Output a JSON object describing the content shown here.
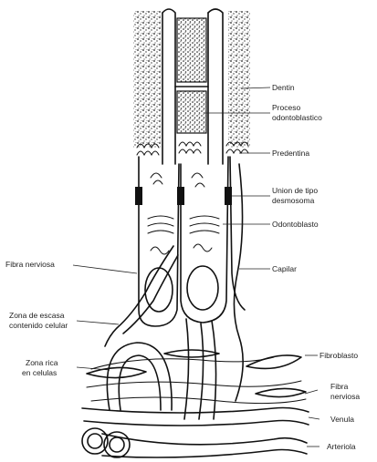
{
  "diagram": {
    "labels": {
      "dentin": "Dentin",
      "proceso_1": "Proceso",
      "proceso_2": "odontoblastico",
      "predentina": "Predentina",
      "union_1": "Union de tipo",
      "union_2": "desmosoma",
      "odontoblasto": "Odontoblasto",
      "fibra_nerviosa_left": "Fibra nerviosa",
      "capilar": "Capilar",
      "zona_escasa_1": "Zona de escasa",
      "zona_escasa_2": "contenido celular",
      "zona_rica_1": "Zona rica",
      "zona_rica_2": "en celulas",
      "fibroblasto": "Fibroblasto",
      "fibra_nerviosa_right_1": "Fibra",
      "fibra_nerviosa_right_2": "nerviosa",
      "venula": "Venula",
      "arteriola": "Arteriola"
    }
  }
}
